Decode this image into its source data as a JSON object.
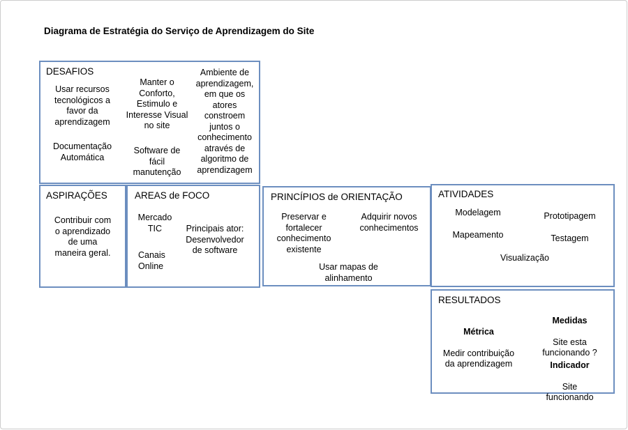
{
  "title": "Diagrama de Estratégia do Serviço de Aprendizagem do Site",
  "colors": {
    "box_border": "#6c8ebf",
    "page_border": "#cccccc",
    "text": "#000000",
    "background": "#ffffff"
  },
  "boxes": {
    "desafios": {
      "title": "DESAFIOS",
      "items": {
        "recursos": "Usar recursos\ntecnológicos a\nfavor da\naprendizagem",
        "documentacao": "Documentação\nAutomática",
        "conforto": "Manter o\nConforto,\nEstimulo e\nInteresse Visual\nno site",
        "software": "Software de\nfácil\nmanutenção",
        "ambiente": "Ambiente de\naprendizagem,\nem que os\natores\nconstroem\njuntos o\nconhecimento\natravés de\nalgoritmo de\naprendizagem"
      }
    },
    "aspiracoes": {
      "title": "ASPIRAÇÕES",
      "items": {
        "contribuir": "Contribuir com\no aprendizado\nde uma\nmaneira geral."
      }
    },
    "areas": {
      "title": "AREAS de FOCO",
      "items": {
        "mercado": "Mercado\nTIC",
        "canais": "Canais\nOnline",
        "principais": "Principais ator:\nDesenvolvedor\nde software"
      }
    },
    "principios": {
      "title": "PRINCÍPIOS de ORIENTAÇÃO",
      "items": {
        "preservar": "Preservar e\nfortalecer\nconhecimento\nexistente",
        "adquirir": "Adquirir novos\nconhecimentos",
        "mapas": "Usar mapas de\nalinhamento"
      }
    },
    "atividades": {
      "title": "ATIVIDADES",
      "items": {
        "modelagem": "Modelagem",
        "prototipagem": "Prototipagem",
        "mapeamento": "Mapeamento",
        "testagem": "Testagem",
        "visualizacao": "Visualização"
      }
    },
    "resultados": {
      "title": "RESULTADOS",
      "items": {
        "metrica_label": "Métrica",
        "metrica_text": "Medir contribuição\nda aprendizagem",
        "medidas_label": "Medidas",
        "medidas_text": "Site esta\nfuncionando ?",
        "indicador_label": "Indicador",
        "indicador_text": "Site\nfuncionando"
      }
    }
  }
}
